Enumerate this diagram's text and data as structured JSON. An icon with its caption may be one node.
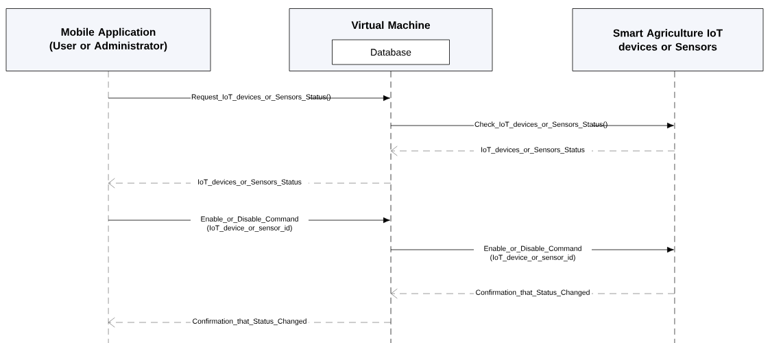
{
  "diagram": {
    "nodes": [
      {
        "text": [
          "Mobile Application (User or Administrator)"
        ]
      },
      {
        "text": [
          "Virtual Machine"
        ]
      },
      {
        "text": [
          "Database"
        ],
        "in": 1
      },
      {
        "text": [
          "Smart Agriculture IoT devices or Sensors"
        ]
      },
      {
        "text": [],
        "shape": "line"
      },
      {
        "text": [],
        "shape": "line"
      },
      {
        "text": [],
        "shape": "line"
      }
    ],
    "edges": [
      {
        "from": 4,
        "to": 5,
        "arrow": "to",
        "label": "Request_IoT_devices_or_Sensors_Status()"
      },
      {
        "from": 5,
        "to": 6,
        "arrow": "to",
        "label": "Check_IoT_devices_or_Sensors_Status()"
      },
      {
        "from": 6,
        "to": 5,
        "arrow": "to",
        "style": "dashed",
        "label": "IoT_devices_or_Sensors_Status"
      },
      {
        "from": 5,
        "to": 4,
        "arrow": "to",
        "style": "dashed",
        "label": "IoT_devices_or_Sensors_Status"
      },
      {
        "from": 4,
        "to": 5,
        "arrow": "to",
        "label": "Enable_or_Disable_Command (IoT_device_or_sensor_id)"
      },
      {
        "from": 5,
        "to": 6,
        "arrow": "to",
        "label": "Enable_or_Disable_Command (IoT_device_or_sensor_id)"
      },
      {
        "from": 6,
        "to": 5,
        "arrow": "to",
        "style": "dashed",
        "label": "Confirmation_that_Status_Changed"
      },
      {
        "from": 5,
        "to": 4,
        "arrow": "to",
        "style": "dashed",
        "label": "Confirmation_that_Status_Changed"
      }
    ]
  }
}
